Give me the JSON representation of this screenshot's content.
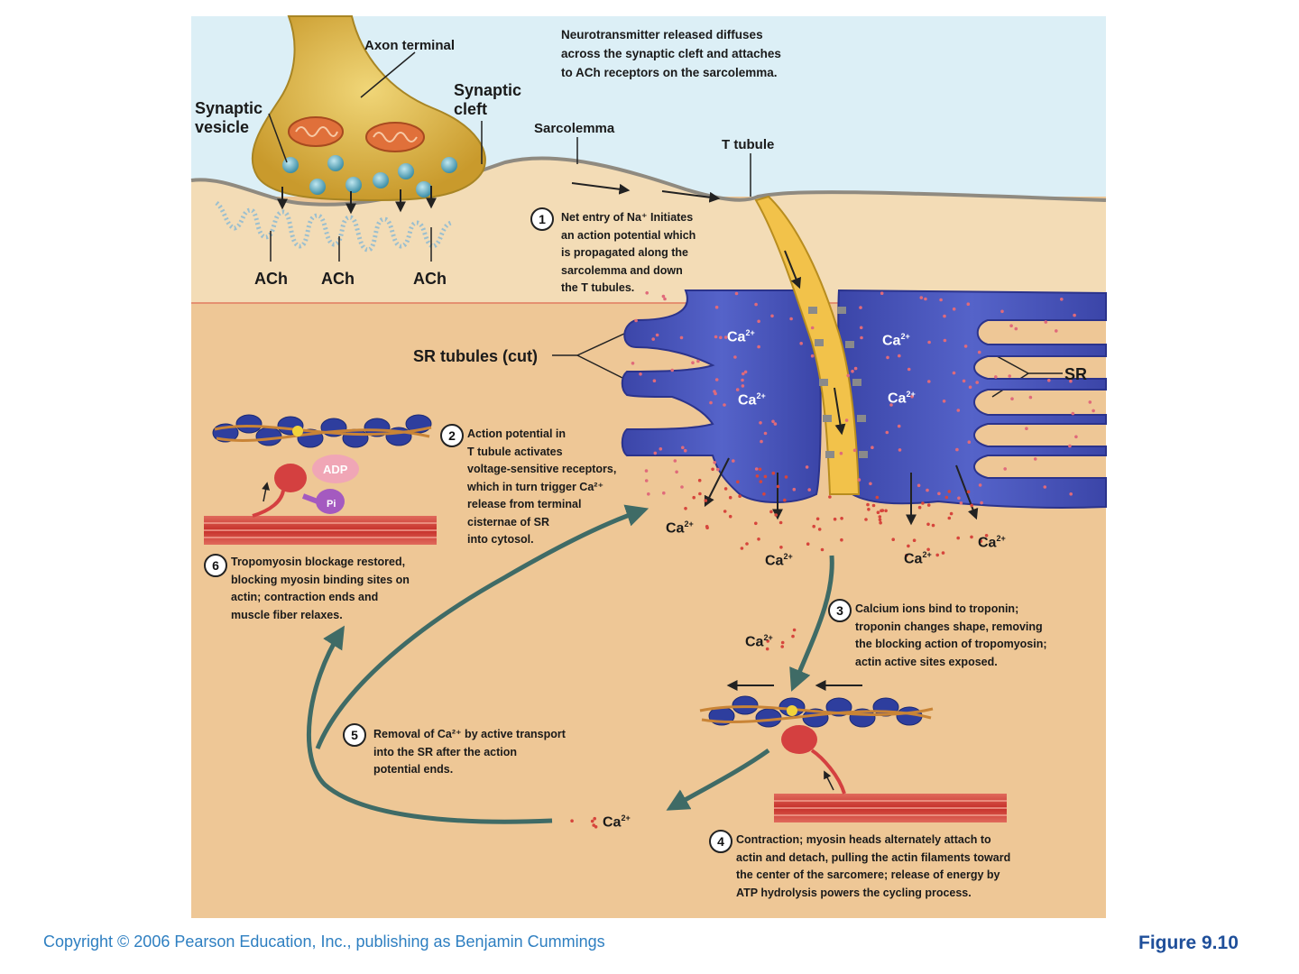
{
  "labels": {
    "axon_terminal": "Axon terminal",
    "synaptic_vesicle": "Synaptic\nvesicle",
    "synaptic_cleft": "Synaptic\ncleft",
    "sarcolemma": "Sarcolemma",
    "t_tubule": "T tubule",
    "ach": "ACh",
    "sr_tubules": "SR tubules (cut)",
    "sr": "SR",
    "adp": "ADP",
    "pi": "Pi",
    "ca": "Ca",
    "ca_charge": "2+"
  },
  "intro_text": "Neurotransmitter released diffuses\nacross the synaptic cleft and attaches\nto ACh receptors on the sarcolemma.",
  "steps": [
    {
      "num": "1",
      "text": "Net entry of Na⁺ Initiates\nan action potential which\nis propagated along the\nsarcolemma and down\nthe T tubules."
    },
    {
      "num": "2",
      "text": "Action potential in\nT tubule activates\nvoltage-sensitive receptors,\nwhich in turn trigger Ca²⁺\nrelease from terminal\ncisternae of SR\ninto cytosol."
    },
    {
      "num": "3",
      "text": "Calcium ions bind to troponin;\ntroponin changes shape, removing\nthe blocking action of tropomyosin;\nactin active sites exposed."
    },
    {
      "num": "4",
      "text": "Contraction; myosin heads alternately attach to\nactin and detach, pulling the actin filaments toward\nthe center of the sarcomere; release of energy by\nATP hydrolysis powers the cycling process."
    },
    {
      "num": "5",
      "text": "Removal of Ca²⁺ by active transport\ninto the SR after the action\npotential ends."
    },
    {
      "num": "6",
      "text": "Tropomyosin blockage restored,\nblocking myosin binding sites on\nactin; contraction ends and\nmuscle fiber relaxes."
    }
  ],
  "footer": {
    "copyright": "Copyright © 2006 Pearson Education, Inc., publishing as Benjamin Cummings",
    "figure": "Figure 9.10"
  },
  "colors": {
    "extracellular": "#dceff6",
    "sarcolemma_band": "#f3dcb6",
    "cytoplasm": "#eec796",
    "axon": "#d9b244",
    "sr": "#4652b8",
    "t_tubule": "#f2c24a",
    "cycle_arrow": "#3f6b66",
    "calcium": "#d6453c",
    "actin": "#2e3e9e",
    "myosin": "#d44040",
    "thick_filament": "#cc3b35"
  }
}
